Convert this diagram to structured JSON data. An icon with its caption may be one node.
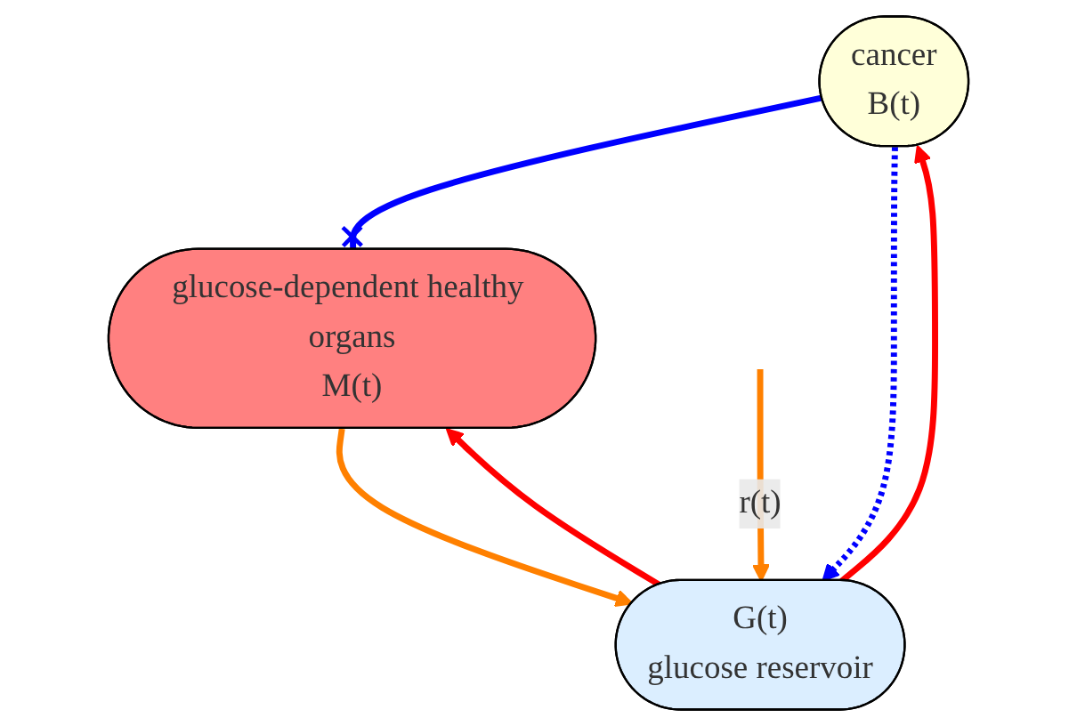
{
  "diagram": {
    "nodes": [
      {
        "text": [
          "cancer",
          "B(t)"
        ]
      },
      {
        "text": [
          "glucose-dependent healthy organs",
          "M(t)"
        ]
      },
      {
        "text": [
          "G(t)",
          "glucose reservoir"
        ]
      }
    ],
    "edges": [
      {
        "from": 2,
        "to": 0,
        "arrow": "to",
        "color": "#ff0000"
      },
      {
        "from": 2,
        "to": 1,
        "arrow": "to",
        "color": "#ff0000"
      },
      {
        "from": 0,
        "to": 1,
        "arrow": "other",
        "color": "#0000ff"
      },
      {
        "from": 0,
        "to": 2,
        "arrow": "to",
        "style": "dashed",
        "color": "#0000ff"
      },
      {
        "from": 1,
        "to": 2,
        "arrow": "to",
        "color": "#ff8000"
      },
      {
        "from": null,
        "to": 2,
        "arrow": "to",
        "label": "r(t)",
        "color": "#ff8000"
      }
    ]
  }
}
